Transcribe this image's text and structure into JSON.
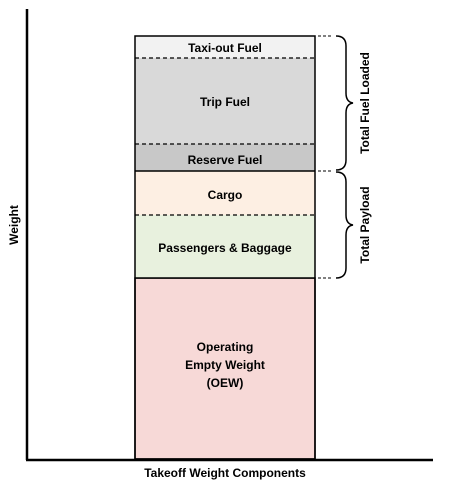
{
  "axes": {
    "x_label": "Takeoff Weight Components",
    "y_label": "Weight"
  },
  "segments": {
    "taxi_out": {
      "label": "Taxi-out Fuel",
      "color": "#f2f2f2"
    },
    "trip": {
      "label": "Trip Fuel",
      "color": "#d9d9d9"
    },
    "reserve": {
      "label": "Reserve Fuel",
      "color": "#c8c8c8"
    },
    "cargo": {
      "label": "Cargo",
      "color": "#fdefe3"
    },
    "passengers": {
      "label": "Passengers & Baggage",
      "color": "#e8f1de"
    },
    "oew": {
      "label_line1": "Operating",
      "label_line2": "Empty Weight",
      "label_line3": "(OEW)",
      "color": "#f7d9d7"
    }
  },
  "brackets": {
    "fuel": {
      "label": "Total Fuel Loaded"
    },
    "payload": {
      "label": "Total Payload"
    }
  }
}
